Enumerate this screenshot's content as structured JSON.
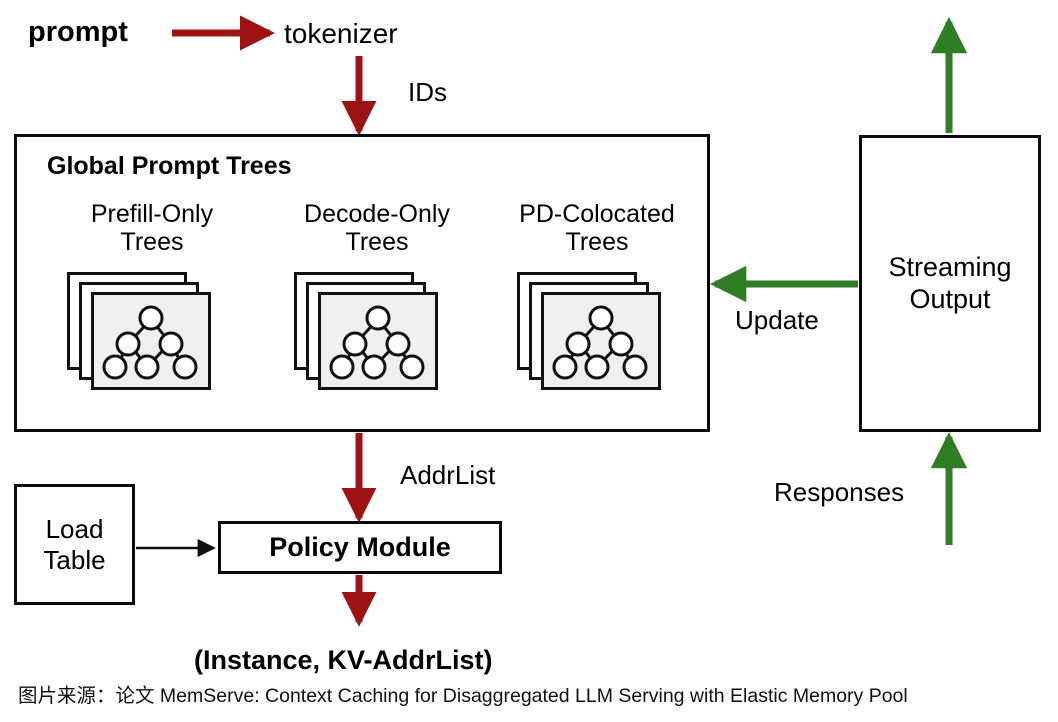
{
  "diagram": {
    "title_block": "Global Prompt Trees",
    "flow_labels": {
      "prompt": "prompt",
      "tokenizer": "tokenizer",
      "ids": "IDs",
      "addrlist": "AddrList",
      "update": "Update",
      "responses": "Responses",
      "output_tuple": "(Instance, KV-AddrList)"
    },
    "tree_groups": [
      {
        "label_line1": "Prefill-Only",
        "label_line2": "Trees"
      },
      {
        "label_line1": "Decode-Only",
        "label_line2": "Trees"
      },
      {
        "label_line1": "PD-Colocated",
        "label_line2": "Trees"
      }
    ],
    "boxes": {
      "streaming_output_line1": "Streaming",
      "streaming_output_line2": "Output",
      "load_table_line1": "Load",
      "load_table_line2": "Table",
      "policy_module": "Policy Module"
    },
    "colors": {
      "red_arrow": "#9e1214",
      "green_arrow": "#2f7d24",
      "box_stroke": "#0a0a0a",
      "card_fill": "#efefef",
      "text": "#000000"
    }
  },
  "caption": {
    "text": "图片来源：论文 MemServe: Context Caching for Disaggregated LLM Serving with Elastic Memory Pool"
  }
}
